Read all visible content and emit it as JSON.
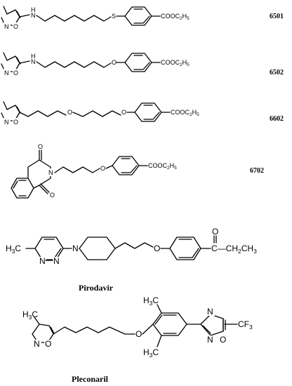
{
  "compounds": [
    {
      "code": "6501",
      "linker_atom_1": "H",
      "linker_atom_1b": "N",
      "linker_atom_2": "S",
      "ester": "COOC",
      "ester_sub": "2",
      "ester_tail": "H",
      "ester_sub2": "5",
      "ring_n": "N",
      "ring_o": "O"
    },
    {
      "code": "6502",
      "linker_atom_1": "H",
      "linker_atom_1b": "N",
      "linker_atom_2": "O",
      "ester": "COOC",
      "ester_sub": "2",
      "ester_tail": "H",
      "ester_sub2": "5",
      "ring_n": "N",
      "ring_o": "O"
    },
    {
      "code": "6602",
      "linker_atom_1": "O",
      "linker_atom_2": "O",
      "ester": "COOC",
      "ester_sub": "2",
      "ester_tail": "H",
      "ester_sub2": "5",
      "ring_n": "N",
      "ring_o": "O"
    },
    {
      "code": "6702",
      "oxo_1": "O",
      "oxo_2": "O",
      "n_atom": "N",
      "ether": "O",
      "ester": "COOC",
      "ester_sub": "2",
      "ester_tail": "H",
      "ester_sub2": "5"
    }
  ],
  "pirodavir": {
    "name": "Pirodavir",
    "methyl": "H",
    "methyl_sub": "3",
    "methyl_c": "C",
    "n1": "N",
    "n2": "N",
    "n_pyr": "N",
    "n_pip": "N",
    "ether": "O",
    "keto_o": "O",
    "ketone_c": "C",
    "chain": "CH",
    "chain_sub": "2",
    "chain_tail": "CH",
    "chain_sub2": "3"
  },
  "pleconaril": {
    "name": "Pleconaril",
    "methyl_top": "H",
    "methyl_top_c": "C",
    "methyl_top_sub": "3",
    "methyl_bot": "H",
    "methyl_bot_c": "C",
    "methyl_bot_sub": "3",
    "methyl_isox": "H",
    "methyl_isox_c": "C",
    "methyl_isox_sub": "3",
    "isox_n": "N",
    "isox_o": "O",
    "ether": "O",
    "oxd_n1": "N",
    "oxd_n2": "N",
    "oxd_o": "O",
    "cf3": "CF",
    "cf3_sub": "3"
  }
}
